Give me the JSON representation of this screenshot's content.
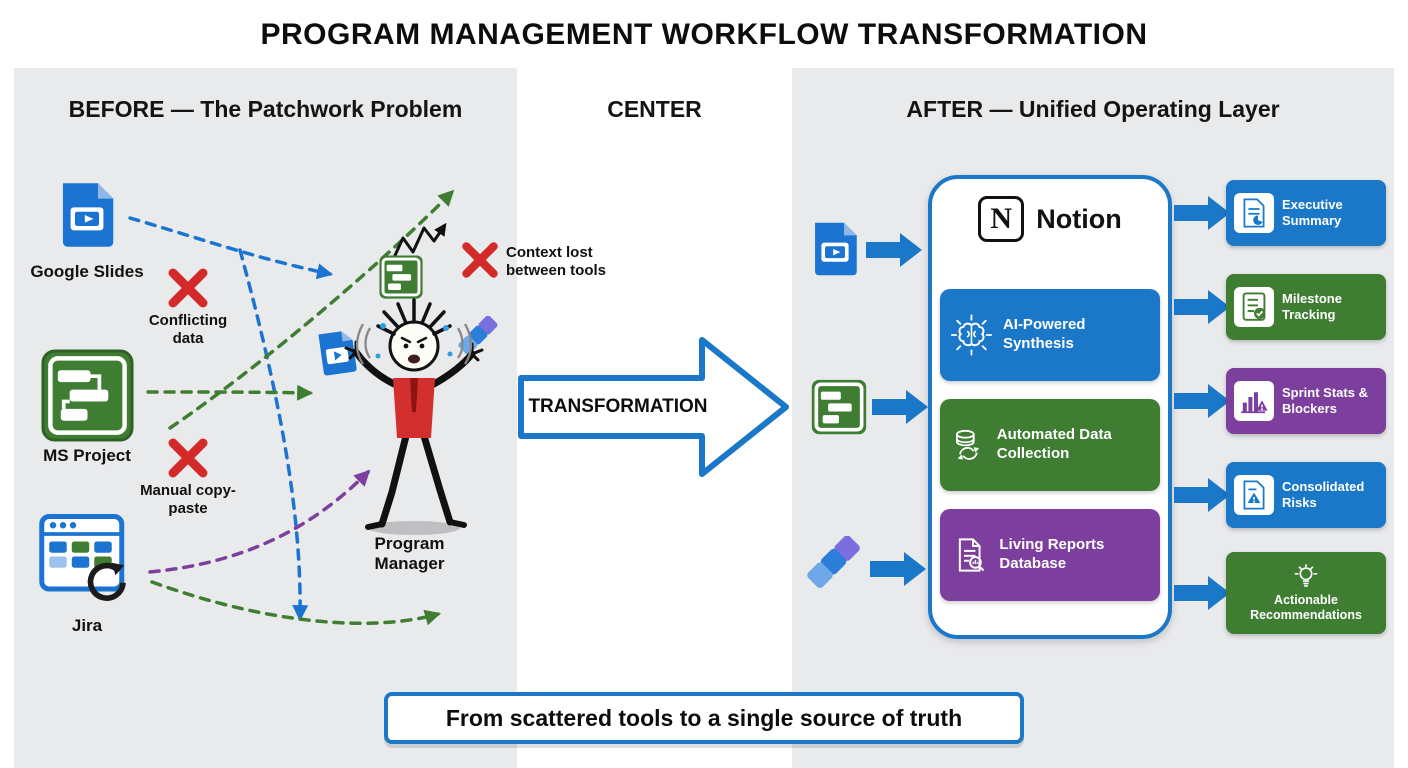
{
  "title": "PROGRAM MANAGEMENT WORKFLOW TRANSFORMATION",
  "colors": {
    "blue": "#1b78c8",
    "green": "#3f7d33",
    "purple": "#7c3f9d",
    "red": "#d42a2a",
    "panel_bg": "#e9eaec"
  },
  "panels": {
    "before": {
      "header": "BEFORE — The Patchwork Problem",
      "tools": [
        {
          "label": "Google Slides",
          "icon": "google-slides-icon"
        },
        {
          "label": "MS Project",
          "icon": "ms-project-icon"
        },
        {
          "label": "Jira",
          "icon": "jira-board-icon"
        }
      ],
      "problems": [
        {
          "label": "Conflicting data",
          "icon": "red-x-icon"
        },
        {
          "label": "Manual copy-paste",
          "icon": "red-x-icon"
        },
        {
          "label": "Context lost between tools",
          "icon": "red-x-icon"
        }
      ],
      "person": {
        "label": "Program Manager"
      }
    },
    "center": {
      "header": "CENTER",
      "arrow_label": "TRANSFORMATION"
    },
    "after": {
      "header": "AFTER — Unified Operating Layer",
      "hub": {
        "name": "Notion",
        "logo_letter": "N",
        "features": [
          {
            "label": "AI-Powered Synthesis",
            "color": "#1b78c8",
            "icon": "brain-icon"
          },
          {
            "label": "Automated Data Collection",
            "color": "#3f7d33",
            "icon": "database-sync-icon"
          },
          {
            "label": "Living Reports Database",
            "color": "#7c3f9d",
            "icon": "report-search-icon"
          }
        ]
      },
      "outputs": [
        {
          "label": "Executive Summary",
          "color": "#1b78c8",
          "icon": "document-pie-icon"
        },
        {
          "label": "Milestone Tracking",
          "color": "#3f7d33",
          "icon": "checklist-icon"
        },
        {
          "label": "Sprint Stats & Blockers",
          "color": "#7c3f9d",
          "icon": "bar-chart-alert-icon"
        },
        {
          "label": "Consolidated Risks",
          "color": "#1b78c8",
          "icon": "document-alert-icon"
        },
        {
          "label": "Actionable Recommendations",
          "color": "#3f7d33",
          "icon": "lightbulb-icon"
        }
      ]
    }
  },
  "footer": "From scattered tools to a single source of truth"
}
